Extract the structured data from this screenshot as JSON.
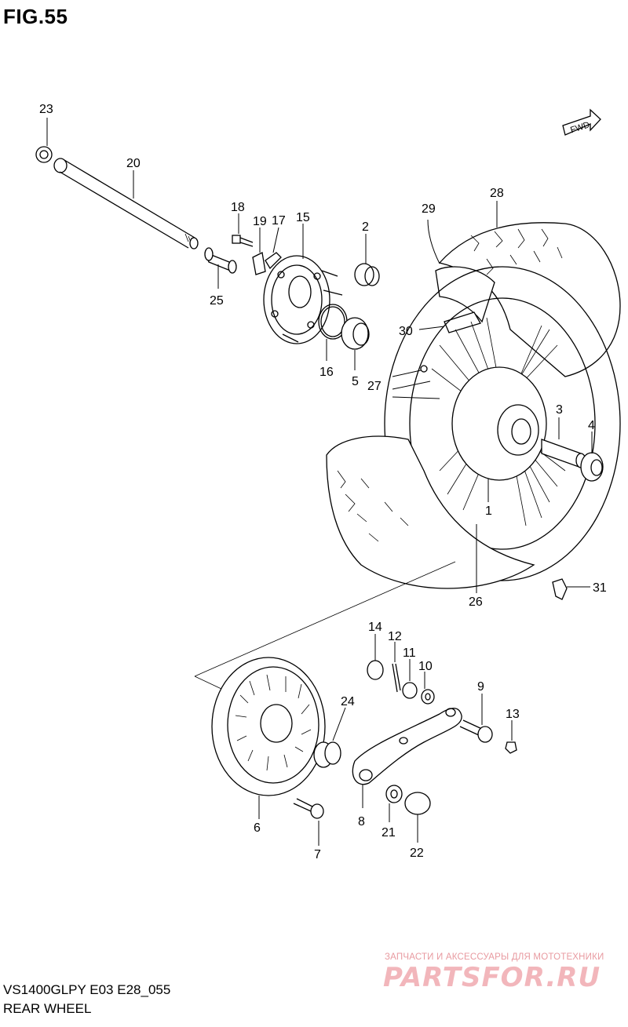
{
  "figure": {
    "title": "FIG.55"
  },
  "footer": {
    "model": "VS1400GLPY E03 E28_055",
    "name": "REAR WHEEL"
  },
  "direction_badge": {
    "label": "FWD"
  },
  "watermark": {
    "tagline": "ЗАПЧАСТИ И АКСЕССУАРЫ ДЛЯ МОТОТЕХНИКИ",
    "logo": "PARTSFOR.RU",
    "color": "#e8888f"
  },
  "callouts": {
    "n23": "23",
    "n20": "20",
    "n18": "18",
    "n19": "19",
    "n17": "17",
    "n15": "15",
    "n2": "2",
    "n25": "25",
    "n16": "16",
    "n5": "5",
    "n29": "29",
    "n28": "28",
    "n30": "30",
    "n27": "27",
    "n3": "3",
    "n4": "4",
    "n1": "1",
    "n26": "26",
    "n31": "31",
    "n14": "14",
    "n12": "12",
    "n11": "11",
    "n10": "10",
    "n9": "9",
    "n13": "13",
    "n24": "24",
    "n6": "6",
    "n8": "8",
    "n21": "21",
    "n22": "22",
    "n7": "7"
  }
}
